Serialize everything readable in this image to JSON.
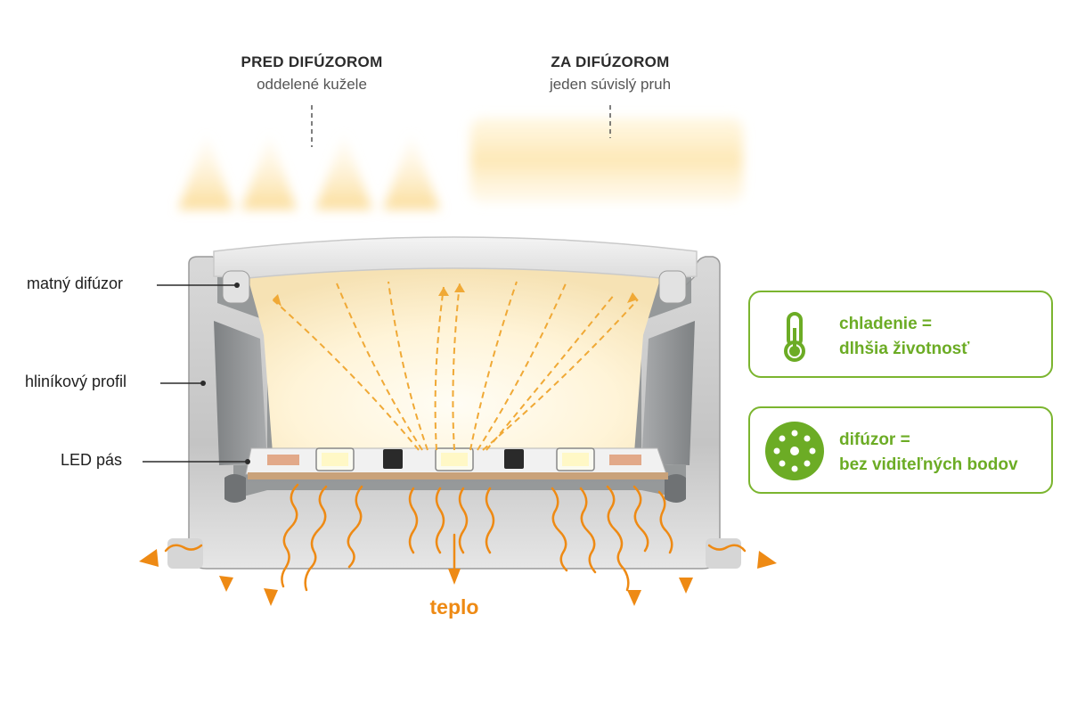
{
  "before_diffuser": {
    "title": "PRED DIFÚZOROM",
    "subtitle": "oddelené kužele"
  },
  "after_diffuser": {
    "title": "ZA DIFÚZOROM",
    "subtitle": "jeden súvislý pruh"
  },
  "callouts": {
    "diffuser": "matný difúzor",
    "profile": "hliníkový profil",
    "strip": "LED pás"
  },
  "heat_label": "teplo",
  "benefits": [
    {
      "line1": "chladenie =",
      "line2": "dlhšia životnosť",
      "icon": "thermometer-icon"
    },
    {
      "line1": "difúzor =",
      "line2": "bez viditeľných bodov",
      "icon": "diffused-dots-icon"
    }
  ],
  "colors": {
    "heat": "#ee8a14",
    "light": "#f5c26b",
    "accent_green": "#6cac25",
    "aluminum": "#bdbdbd"
  }
}
